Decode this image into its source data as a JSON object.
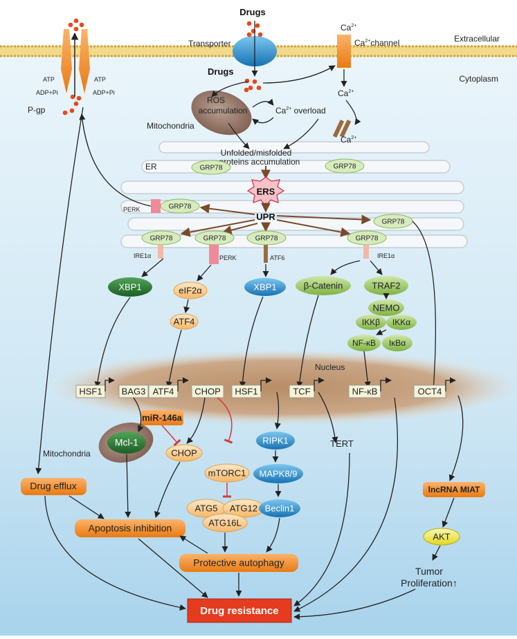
{
  "regions": {
    "extracellular": "Extracellular",
    "cytoplasm": "Cytoplasm",
    "nucleus": "Nucleus"
  },
  "membrane": {
    "transporter": "Transporter",
    "drugs_top": "Drugs",
    "drugs_in": "Drugs",
    "ca_channel": "Ca",
    "ca_channel_sup": "2+",
    "ca_channel_suffix": "channel",
    "ca_top": "Ca",
    "ca_top_sup": "2+",
    "ca_inside": "Ca",
    "ca_inside_sup": "2+",
    "ca_er": "Ca",
    "ca_er_sup": "2+",
    "pgp": "P-gp",
    "atp_left": "ATP",
    "adp_left": "ADP+Pi",
    "atp_right": "ATP",
    "adp_right": "ADP+Pi"
  },
  "mito_top": {
    "ros": "ROS",
    "accumulation": "accumulation",
    "label": "Mitochondria",
    "ca_overload": "Ca",
    "ca_overload_sup": "2+",
    "ca_overload_suffix": " overload"
  },
  "er": {
    "unfolded1": "Unfolded/misfolded",
    "unfolded2": "proteins accumulation",
    "er_label": "ER",
    "ers": "ERS",
    "upr": "UPR",
    "perk_top": "PERK"
  },
  "grp78": "GRP78",
  "sensors": {
    "ire1a_left": "IRE1α",
    "perk": "PERK",
    "atf6": "ATF6",
    "ire1a_right": "IRE1α"
  },
  "nodes": {
    "xbp1_green": "XBP1",
    "eif2a": "eIF2α",
    "atf4": "ATF4",
    "xbp1_blue": "XBP1",
    "b_catenin": "β-Catenin",
    "traf2": "TRAF2",
    "nemo": "NEMO",
    "ikkb": "IKKβ",
    "ikka": "IKKα",
    "nfkb": "NF-κB",
    "ikba": "IκBα",
    "mir146a": "miR-146a",
    "mcl1": "Mcl-1",
    "mito_label": "Mitochondria",
    "chop": "CHOP",
    "mtorc1": "mTORC1",
    "atg5": "ATG5",
    "atg12": "ATG12",
    "atg16l": "ATG16L",
    "ripk1": "RIPK1",
    "mapk": "MAPK8/9",
    "beclin1": "Beclin1",
    "tert": "TERT",
    "lncrna": "lncRNA MIAT",
    "akt": "AKT",
    "tumor1": "Tumor",
    "tumor2": "Proliferation↑",
    "drug_efflux": "Drug efflux",
    "apoptosis": "Apoptosis inhibition",
    "autophagy": "Protective autophagy",
    "drug_resistance": "Drug resistance"
  },
  "genes": {
    "hsf1_left": "HSF1",
    "bag3": "BAG3",
    "atf4": "ATF4",
    "chop": "CHOP",
    "hsf1_right": "HSF1",
    "tcf": "TCF",
    "nfkb": "NF-κB",
    "oct4": "OCT4"
  },
  "colors": {
    "orange": "#f58220",
    "dark_green": "#2e7d32",
    "light_green": "#a5cf6b",
    "blue": "#1e88c8",
    "light_orange": "#fbd39c",
    "yellow": "#f5ee6b",
    "red_box": "#e53b1e",
    "nucleus": "#b68a62",
    "grp78": "#d8ebbf"
  }
}
